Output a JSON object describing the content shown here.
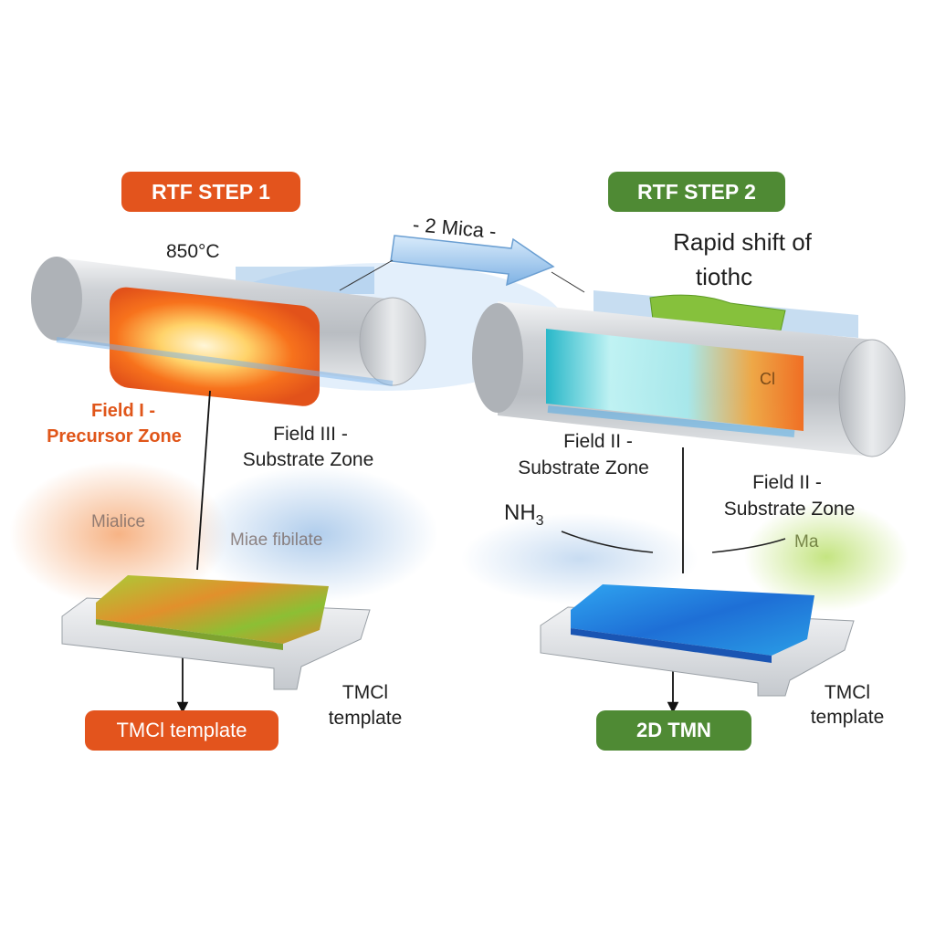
{
  "step1": {
    "badge": "RTF STEP 1",
    "badge_color": "#e3541d",
    "temperature": "850°C",
    "field_precursor": [
      "Field I -",
      "Precursor Zone"
    ],
    "field_substrate": [
      "Field III -",
      "Substrate Zone"
    ],
    "faded_left": "Mialice",
    "faded_right": "Miae  fibilate",
    "template_label": [
      "TMCl",
      "template"
    ],
    "bottom_badge": "TMCl template"
  },
  "transfer_arrow": {
    "label": "- 2 Mica -"
  },
  "step2": {
    "badge": "RTF STEP 2",
    "badge_color": "#4f8a34",
    "heading": [
      "Rapid shift of",
      "tiothc"
    ],
    "furnace_mark": "Cl",
    "field_a": [
      "Field II -",
      "Substrate Zone"
    ],
    "field_b": [
      "Field II -",
      "Substrate Zone"
    ],
    "gas": "NH",
    "gas_sub": "3",
    "faded_right": "Ma",
    "template_label": [
      "TMCl",
      "template"
    ],
    "bottom_badge": "2D TMN"
  },
  "colors": {
    "hot_orange": "#f26a1b",
    "cool_cyan": "#5fe0e6",
    "green_film": "#7fb833",
    "blue_film": "#2a7fe0",
    "tube_gray": "#cfd2d6"
  }
}
